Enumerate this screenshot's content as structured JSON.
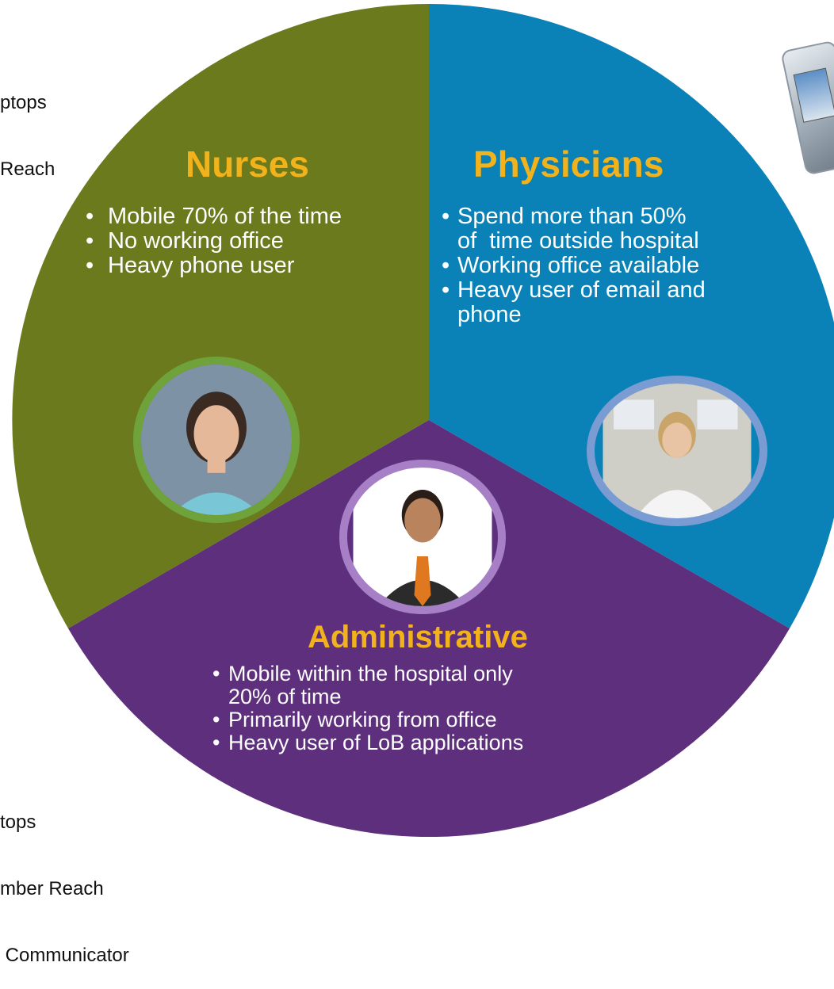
{
  "left_cut_top": [
    "ptops",
    "Reach"
  ],
  "left_cut_bottom": [
    "tops",
    "mber Reach",
    " Communicator"
  ],
  "segments": {
    "nurses": {
      "title": "Nurses",
      "bullets": [
        "Mobile 70% of the time",
        "No working office",
        "Heavy phone user"
      ],
      "color": "#6b7a1d",
      "ring_color": "#6fa23a"
    },
    "physicians": {
      "title": "Physicians",
      "bullets": [
        "Spend more than 50%",
        "of  time outside hospital",
        "Working office available",
        "Heavy user of email and",
        "phone"
      ],
      "color": "#0a82b8",
      "ring_color": "#7a9cd3"
    },
    "administrative": {
      "title": "Administrative",
      "bullets": [
        "Mobile within the hospital only",
        "20% of time",
        "Primarily working from office",
        "Heavy user of LoB applications"
      ],
      "color": "#5e2f7c",
      "ring_color": "#a67fc6"
    }
  },
  "heading_color": "#f2b21b",
  "icons": {
    "nurse_photo": "nurse-photo-icon",
    "physician_photo": "physician-photo-icon",
    "admin_photo": "administrator-photo-icon",
    "phone": "mobile-phone-icon"
  }
}
